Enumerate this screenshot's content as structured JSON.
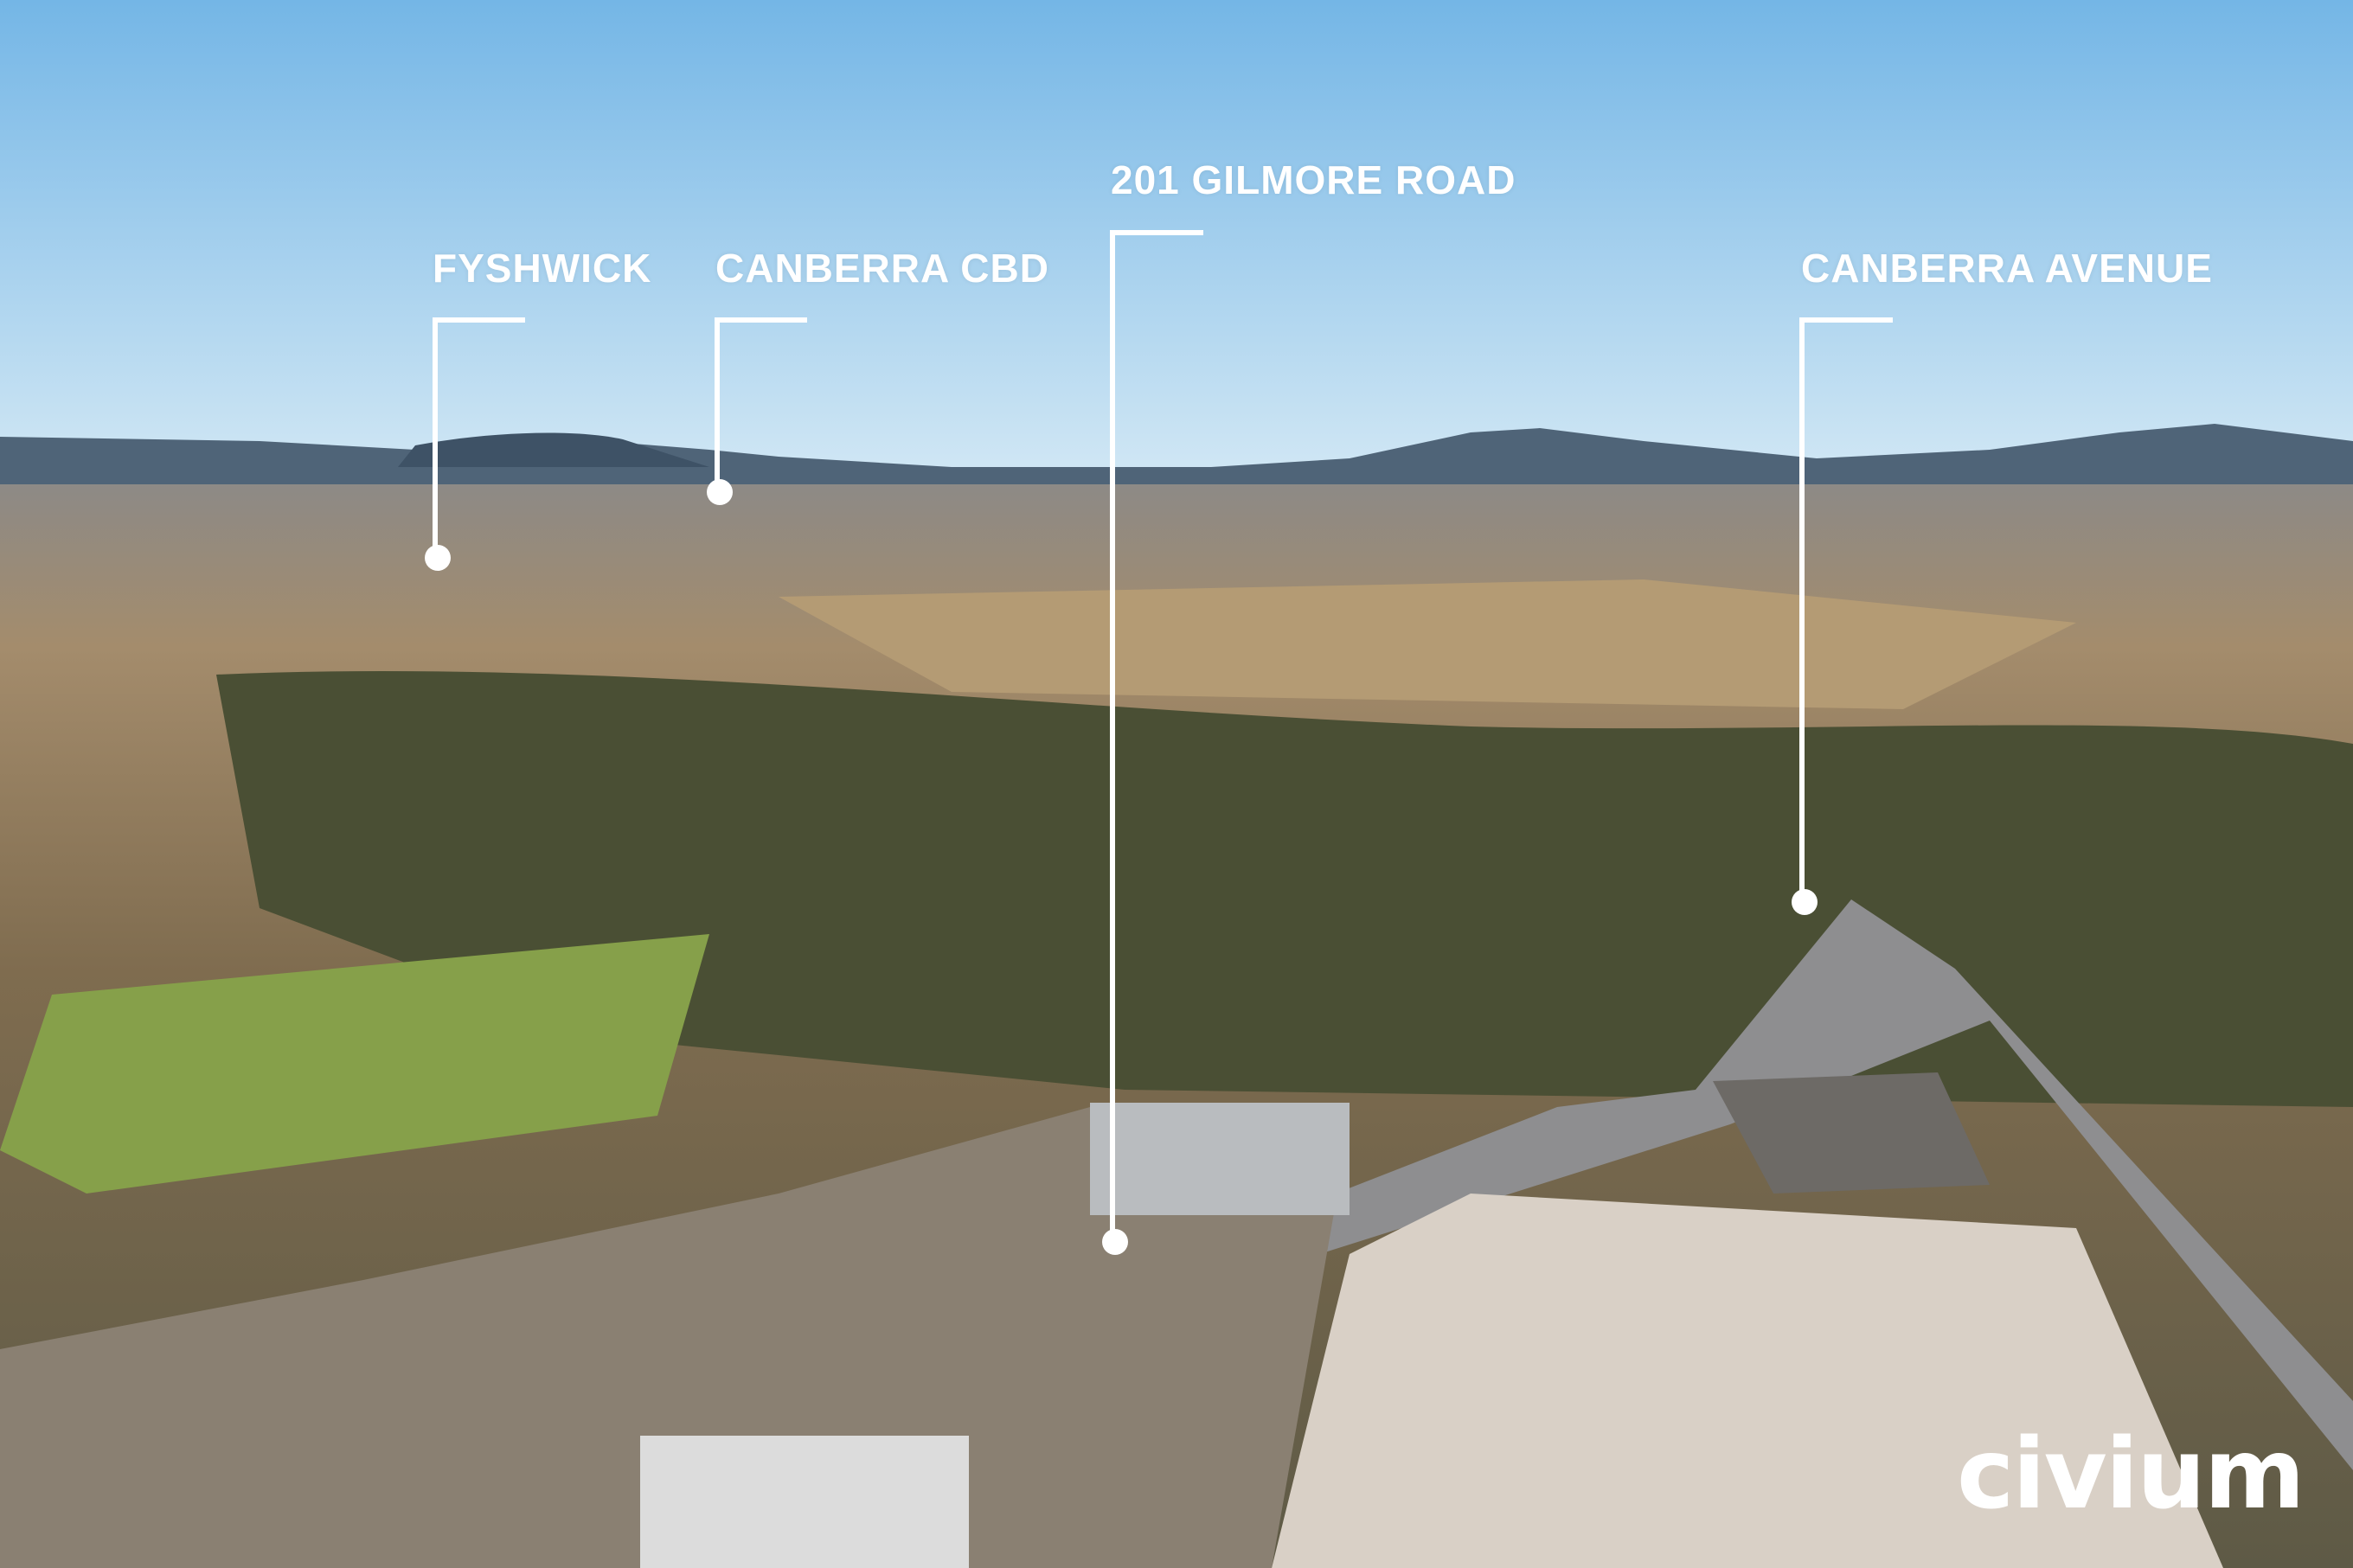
{
  "labels": {
    "fyshwick": "FYSHWICK",
    "canberra_cbd": "CANBERRA CBD",
    "property": "201 GILMORE ROAD",
    "canberra_avenue": "CANBERRA AVENUE"
  },
  "brand": {
    "logo": "civium"
  },
  "colors": {
    "sky_top": "#7fbce8",
    "sky_horizon": "#cfe6f4",
    "land": "#a08a6a",
    "trees": "#3d4a2c",
    "grass": "#86a04a",
    "roof": "#d9d0c6"
  }
}
